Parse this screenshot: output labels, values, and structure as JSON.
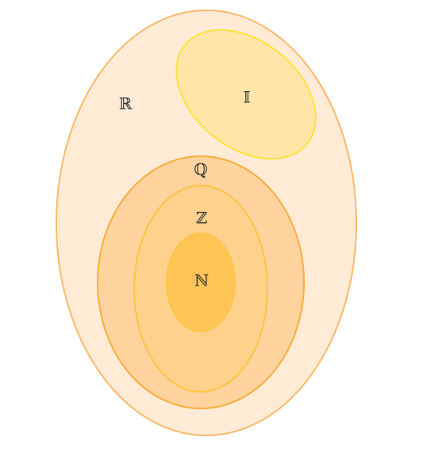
{
  "sets": {
    "reals": {
      "label": "ℝ",
      "fill": "#ffebd6",
      "stroke": "#fbb96a"
    },
    "irrationals": {
      "label": "𝕀",
      "fill": "#ffe6a8",
      "stroke": "#fde33a"
    },
    "rationals": {
      "label": "ℚ",
      "fill": "#fed39e",
      "stroke": "#f9ad3c"
    },
    "integers": {
      "label": "ℤ",
      "fill": "#fed28c",
      "stroke": "#fec440"
    },
    "naturals": {
      "label": "ℕ",
      "fill": "#fec555",
      "stroke": "#fcc448"
    }
  }
}
